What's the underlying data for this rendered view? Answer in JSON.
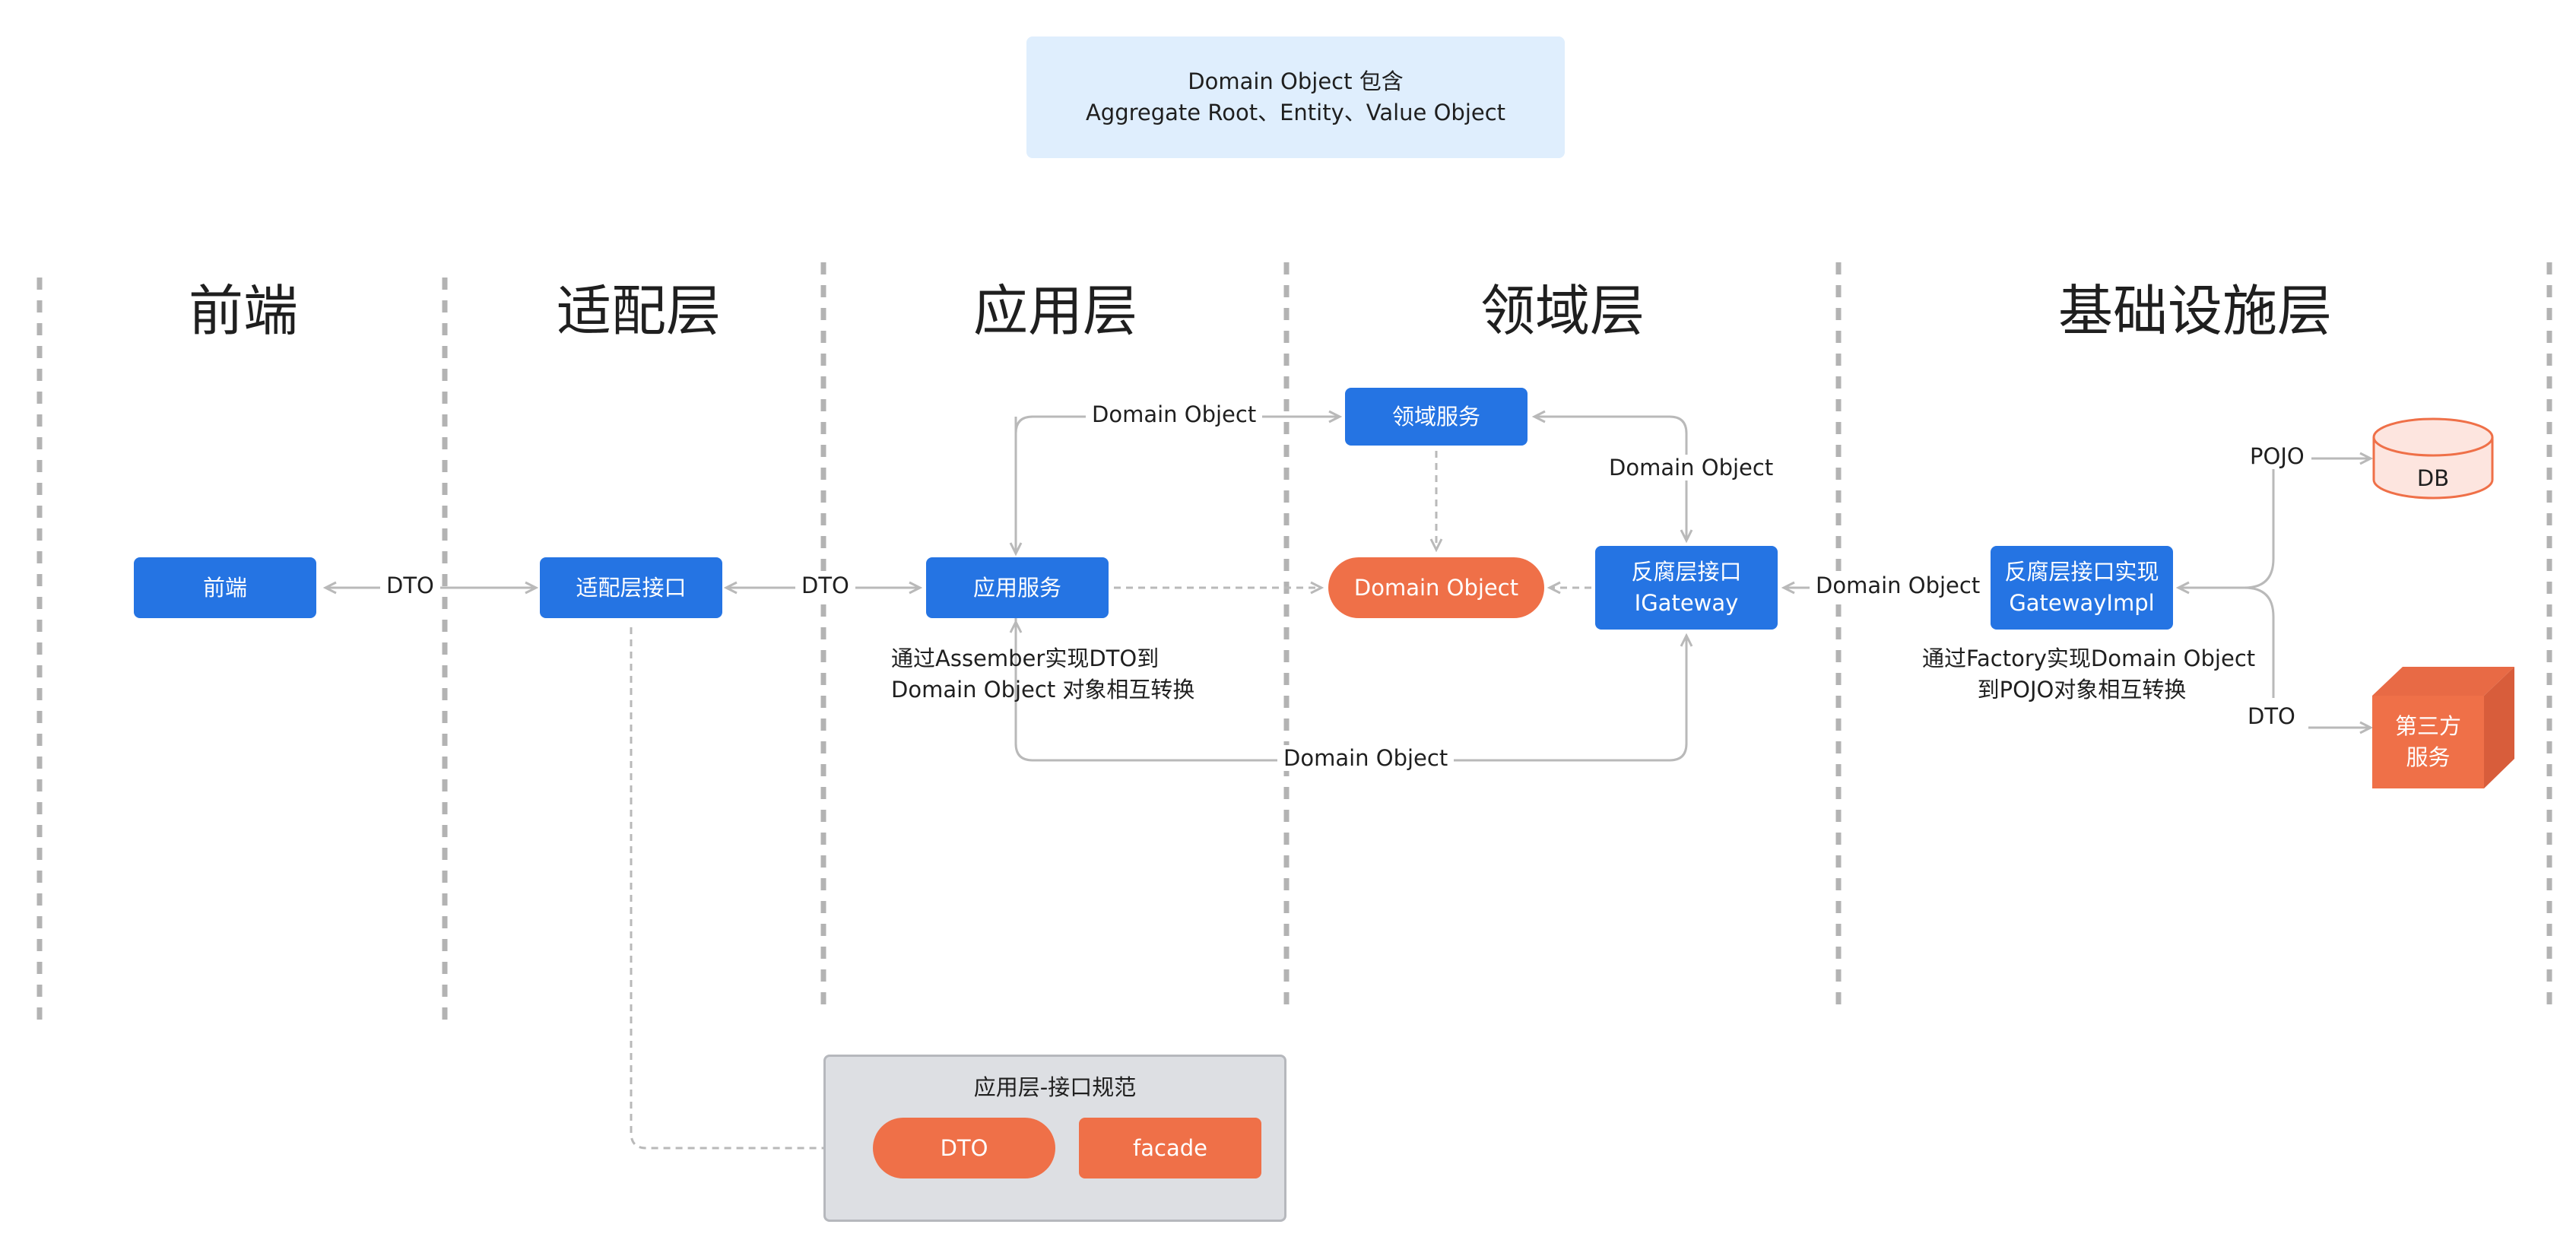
{
  "top_box": {
    "line1": "Domain Object 包含",
    "line2": "Aggregate Root、Entity、Value Object"
  },
  "layers": [
    "前端",
    "适配层",
    "应用层",
    "领域层",
    "基础设施层"
  ],
  "nodes": {
    "frontend": "前端",
    "adapter_api": "适配层接口",
    "app_service": "应用服务",
    "domain_service": "领域服务",
    "domain_object": "Domain Object",
    "acl_iface_line1": "反腐层接口",
    "acl_iface_line2": "IGateway",
    "acl_impl_line1": "反腐层接口实现",
    "acl_impl_line2": "GatewayImpl",
    "db": "DB",
    "third_party_line1": "第三方",
    "third_party_line2": "服务"
  },
  "edge_labels": {
    "dto_frontend_adapter": "DTO",
    "dto_adapter_app": "DTO",
    "domain_object_app_to_service": "Domain Object",
    "domain_object_service_gateway": "Domain Object",
    "domain_object_impl": "Domain Object",
    "domain_object_bottom": "Domain Object",
    "pojo": "POJO",
    "dto_third": "DTO"
  },
  "notes": {
    "assembler_line1": "通过Assember实现DTO到",
    "assembler_line2": "Domain Object 对象相互转换",
    "factory_line1": "通过Factory实现Domain Object",
    "factory_line2": "到POJO对象相互转换"
  },
  "spec_box": {
    "title": "应用层-接口规范",
    "dto": "DTO",
    "facade": "facade"
  },
  "colors": {
    "blue": "#2574e3",
    "orange": "#ef7048",
    "light_blue": "#dfeefd",
    "gray_box": "#dddfe3",
    "arrow_gray": "#b9b9b9",
    "db_fill": "#fde5df"
  }
}
